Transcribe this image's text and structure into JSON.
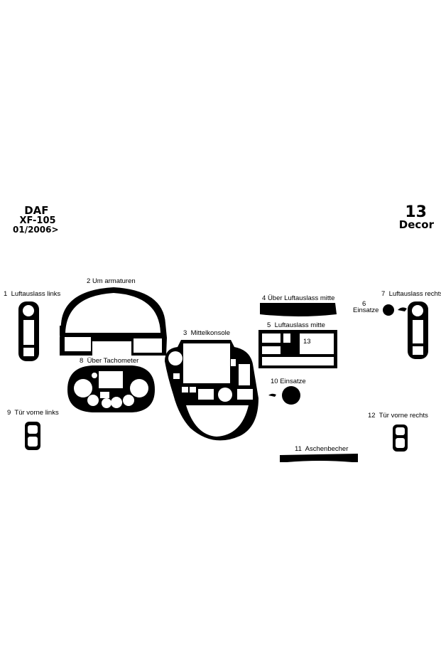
{
  "header": {
    "brand": "DAF",
    "model": "XF-105",
    "date": "01/2006>"
  },
  "decor": {
    "number": "13",
    "label": "Decor"
  },
  "parts": [
    {
      "num": "1",
      "name": "Luftauslass links"
    },
    {
      "num": "2",
      "name": "Um armaturen"
    },
    {
      "num": "3",
      "name": "Mittelkonsole"
    },
    {
      "num": "4",
      "name": "Über Luftauslass mitte"
    },
    {
      "num": "5",
      "name": "Luftauslass mitte"
    },
    {
      "num": "6",
      "name": "Einsatze"
    },
    {
      "num": "7",
      "name": "Luftauslass rechts"
    },
    {
      "num": "8",
      "name": "Über Tachometer"
    },
    {
      "num": "9",
      "name": "Tür vorne links"
    },
    {
      "num": "10",
      "name": "Einsatze"
    },
    {
      "num": "11",
      "name": "Aschenbecher"
    },
    {
      "num": "12",
      "name": "Tür vorne rechts"
    }
  ],
  "inset_label": "13",
  "colors": {
    "piece": "#000000",
    "cutout": "#ffffff",
    "background": "#ffffff"
  }
}
